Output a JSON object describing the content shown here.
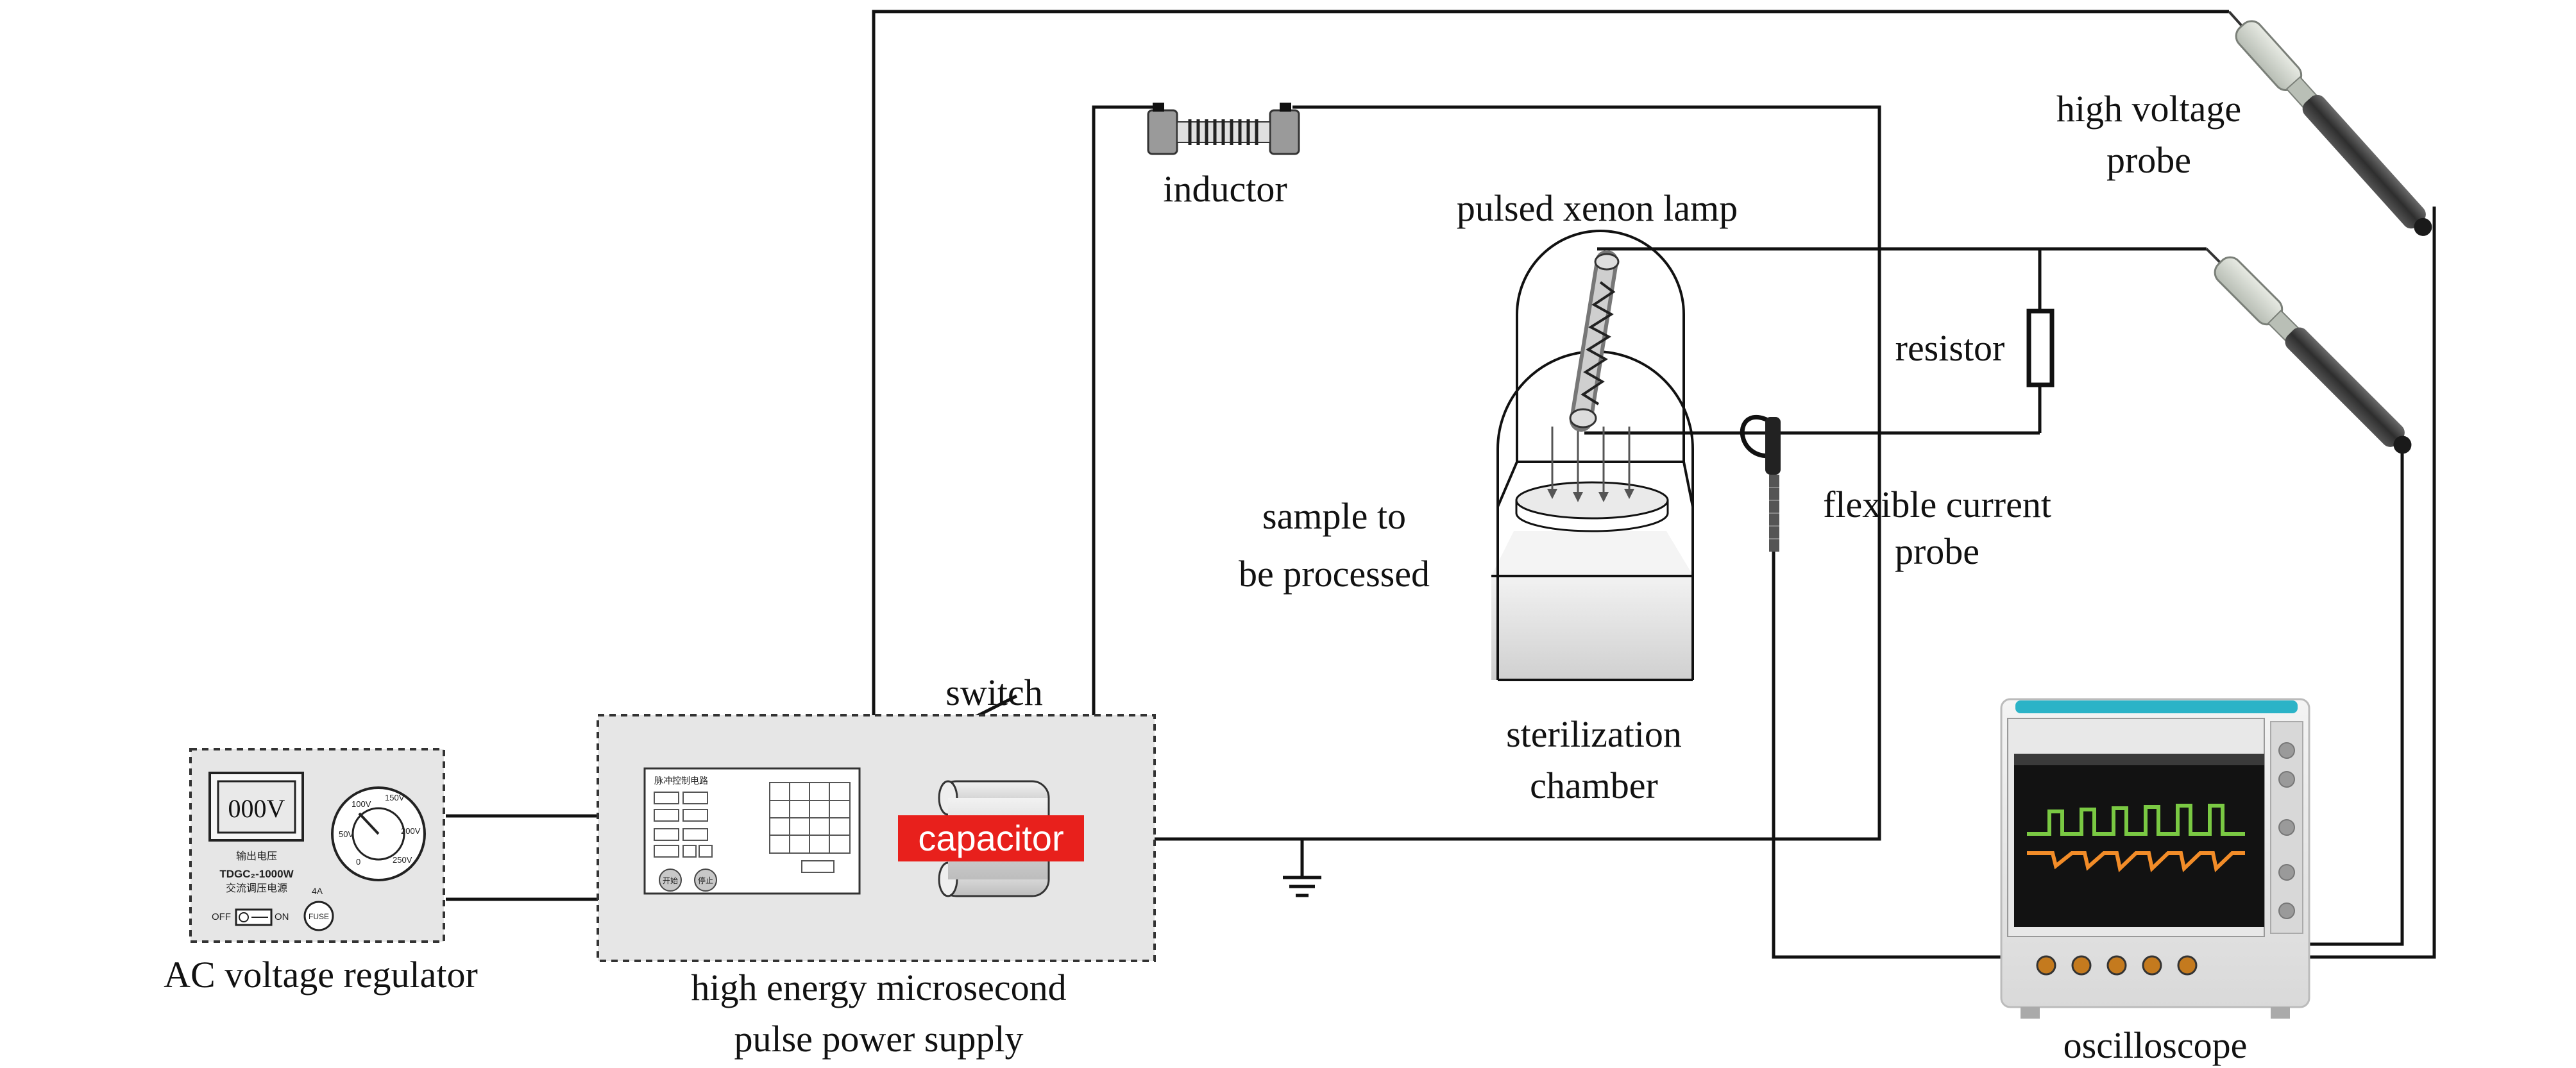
{
  "diagram": {
    "labels": {
      "ac_voltage_regulator": "AC voltage regulator",
      "pulse_power_supply_line1": "high energy microsecond",
      "pulse_power_supply_line2": "pulse power supply",
      "switch": "switch",
      "capacitor": "capacitor",
      "inductor": "inductor",
      "pulsed_xenon_lamp": "pulsed xenon lamp",
      "resistor": "resistor",
      "sample_line1": "sample to",
      "sample_line2": "be processed",
      "chamber_line1": "sterilization",
      "chamber_line2": "chamber",
      "current_probe_line1": "flexible current",
      "current_probe_line2": "probe",
      "hv_probe_line1": "high voltage",
      "hv_probe_line2": "probe",
      "oscilloscope": "oscilloscope"
    },
    "regulator_panel": {
      "display": "000V",
      "caption1": "输出电压",
      "caption2": "TDGC₂-1000W",
      "caption3": "交流调压电源",
      "off": "OFF",
      "on": "ON",
      "fuse": "FUSE",
      "fuse_rating": "4A",
      "dial_marks": [
        "0",
        "50V",
        "100V",
        "150V",
        "200V",
        "250V"
      ]
    },
    "supply_panel": {
      "title": "脉冲控制电路",
      "btn_start": "开始",
      "btn_stop": "停止"
    },
    "colors": {
      "capacitor_label_bg": "#e8201c",
      "panel_bg": "#e6e6e6",
      "probe_body": "#4a4a4a",
      "scope_accent": "#2bb3c7",
      "scope_trace_green": "#7ac943",
      "scope_trace_orange": "#f28c28"
    }
  }
}
